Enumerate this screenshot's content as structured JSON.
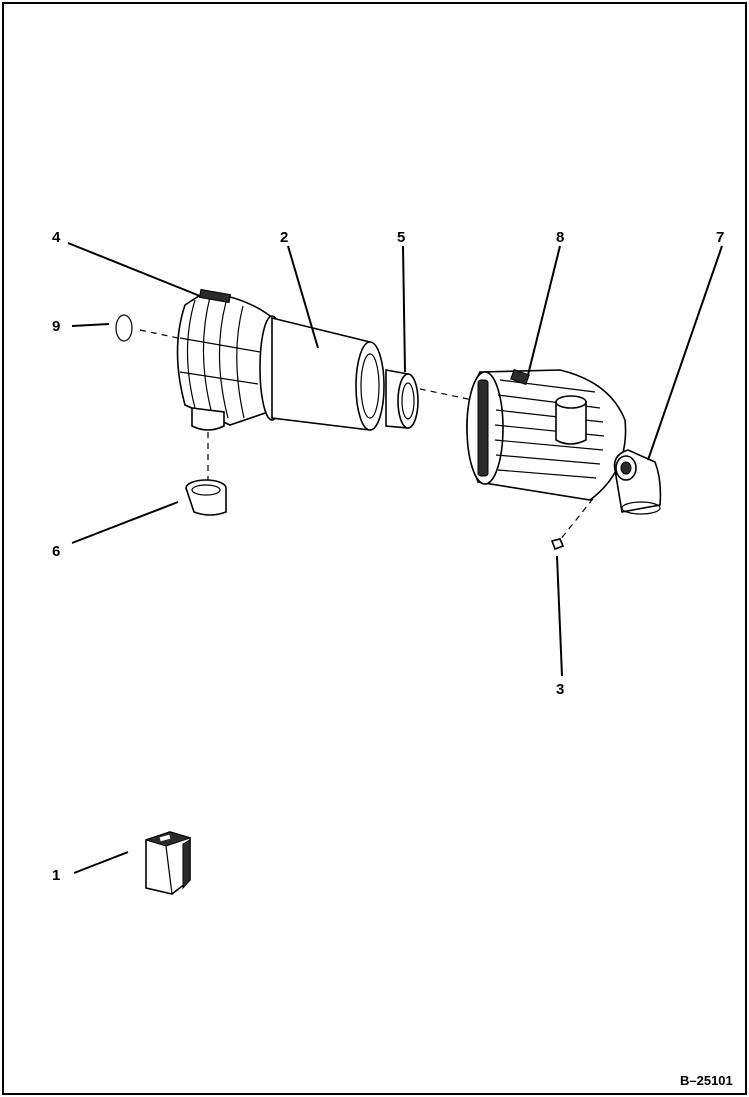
{
  "diagram": {
    "figure_number": "B–25101",
    "callouts": [
      {
        "id": "4",
        "label": "4"
      },
      {
        "id": "2",
        "label": "2"
      },
      {
        "id": "5",
        "label": "5"
      },
      {
        "id": "8",
        "label": "8"
      },
      {
        "id": "7",
        "label": "7"
      },
      {
        "id": "9",
        "label": "9"
      },
      {
        "id": "6",
        "label": "6"
      },
      {
        "id": "3",
        "label": "3"
      },
      {
        "id": "1",
        "label": "1"
      }
    ]
  }
}
